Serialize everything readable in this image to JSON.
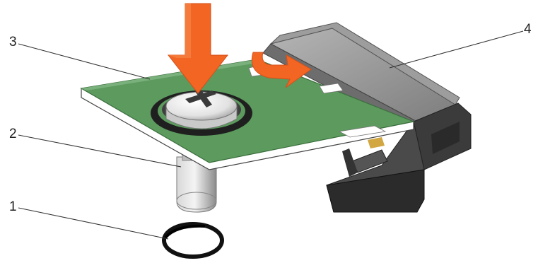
{
  "callouts": [
    {
      "id": "1",
      "label": "1"
    },
    {
      "id": "2",
      "label": "2"
    },
    {
      "id": "3",
      "label": "3"
    },
    {
      "id": "4",
      "label": "4"
    }
  ],
  "colors": {
    "board": "#5c9a5e",
    "board_edge": "#ffffff",
    "connector_gray": "#8c8c8c",
    "connector_dark": "#3a3a3a",
    "arrow": "#f26522",
    "screw": "#e8e8e8",
    "washer": "#222222",
    "standoff": "#9a9a9a",
    "leader": "#333333"
  },
  "icons": [
    "push-down-arrow-icon",
    "rotate-arrow-icon",
    "screw-icon"
  ]
}
